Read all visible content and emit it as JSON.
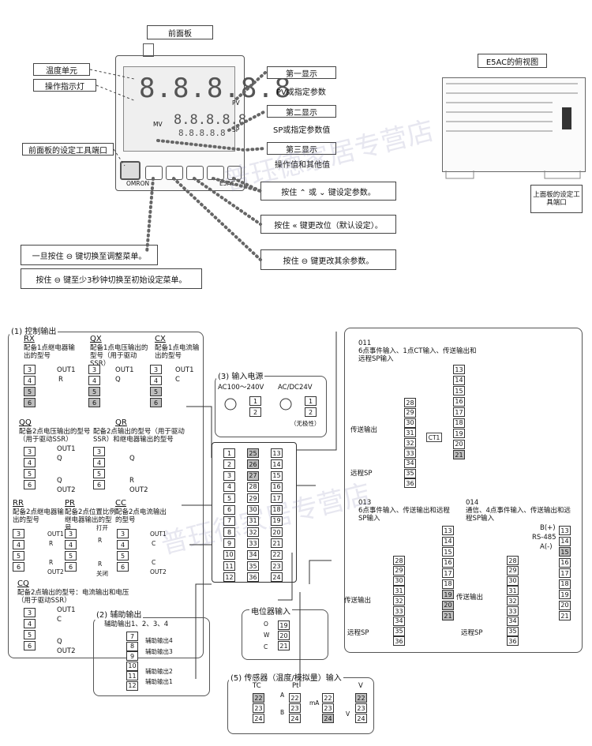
{
  "top": {
    "front_title": "前面板",
    "label_temp_unit": "温度单元",
    "label_indicator": "操作指示灯",
    "label_tool_port": "前面板的设定工具端口",
    "disp1_title": "第一显示",
    "disp1_desc": "PV或指定参数",
    "disp2_title": "第二显示",
    "disp2_desc": "SP或指定参数值",
    "disp3_title": "第三显示",
    "disp3_desc": "操作值和其他值",
    "key_updown": "按住 ⌃ 或 ⌄ 键设定参数。",
    "key_shift": "按住 « 键更改位（默认设定）。",
    "key_mode": "按住 ⊖ 键更改其余参数。",
    "key_level1": "一旦按住 ⊖ 键切换至调整菜单。",
    "key_level2": "按住 ⊖ 键至少3秒钟切换至初始设定菜单。",
    "mv_label": "MV",
    "pv_label": "PV",
    "sp_label": "SP",
    "brand": "OMRON",
    "model": "E5AC",
    "digits": "8.8.8.8.8",
    "top_view_title": "E5AC的俯视图",
    "top_view_label": "上面板的设定工具端口"
  },
  "control_output": {
    "title": "(1) 控制输出",
    "RX": {
      "code": "RX",
      "desc": "配备1点继电器输出的型号",
      "out": "OUT1",
      "sym": "R"
    },
    "QX": {
      "code": "QX",
      "desc": "配备1点电压输出的型号（用于驱动SSR）",
      "out": "OUT1",
      "sym": "Q"
    },
    "CX": {
      "code": "CX",
      "desc": "配备1点电流输出的型号",
      "out": "OUT1",
      "sym": "C"
    },
    "QQ": {
      "code": "QQ",
      "desc": "配备2点电压输出的型号（用于驱动SSR）",
      "out1": "OUT1",
      "out2": "OUT2",
      "sym": "Q"
    },
    "QR": {
      "code": "QR",
      "desc": "配备2点输出的型号（用于驱动SSR）和继电器输出的型号",
      "sym1": "Q",
      "sym2": "R",
      "out": "OUT2"
    },
    "RR": {
      "code": "RR",
      "desc": "配备2点继电器输出的型号",
      "out1": "OUT1",
      "out2": "OUT2",
      "sym": "R"
    },
    "PR": {
      "code": "PR",
      "desc": "配备2点位置比例继电器输出的型号",
      "open": "打开",
      "close": "关闭",
      "sym": "R"
    },
    "CC": {
      "code": "CC",
      "desc": "配备2点电流输出的型号",
      "out1": "OUT1",
      "out2": "OUT2",
      "sym": "C"
    },
    "CQ": {
      "code": "CQ",
      "desc": "配备2点输出的型号：电流输出和电压（用于驱动SSR）",
      "out1": "OUT1",
      "out2": "OUT2",
      "sym1": "C",
      "sym2": "Q"
    }
  },
  "power": {
    "title": "(3) 输入电源",
    "ac": "AC100～240V",
    "dc": "AC/DC24V",
    "note": "（无极性）"
  },
  "aux": {
    "title": "(2) 辅助输出",
    "subtitle": "辅助输出1、2、3、4",
    "out4": "辅助输出4",
    "out3": "辅助输出3",
    "out2": "辅助输出2",
    "out1": "辅助输出1"
  },
  "pot": {
    "title": "电位器输入",
    "o": "O",
    "w": "W",
    "c": "C"
  },
  "sensor": {
    "title": "(5) 传感器（温度/模拟量）输入",
    "tc": "TC",
    "pt": "Pt",
    "v": "V",
    "ma": "mA",
    "b": "B",
    "a": "A"
  },
  "option": {
    "o011": "011",
    "o011_desc": "6点事件输入、1点CT输入、传送输出和远程SP输入",
    "o013": "013",
    "o013_desc": "6点事件输入、传送输出和远程SP输入",
    "o014": "014",
    "o014_desc": "通信、4点事件输入、传送输出和远程SP输入",
    "transfer": "传送输出",
    "remote_sp": "远程SP",
    "rs485": "RS-485",
    "b_plus": "B(+)",
    "a_minus": "A(-)",
    "ct1": "CT1"
  },
  "terminals": {
    "col1": [
      "1",
      "2",
      "3",
      "4",
      "5",
      "6",
      "7",
      "8",
      "9",
      "10",
      "11",
      "12"
    ],
    "col2": [
      "25",
      "26",
      "27",
      "28",
      "29",
      "30",
      "31",
      "32",
      "33",
      "34",
      "35",
      "36"
    ],
    "col3": [
      "13",
      "14",
      "15",
      "16",
      "17",
      "18",
      "19",
      "20",
      "21",
      "22",
      "23",
      "24"
    ]
  },
  "watermark": "普珏德家居专营店"
}
